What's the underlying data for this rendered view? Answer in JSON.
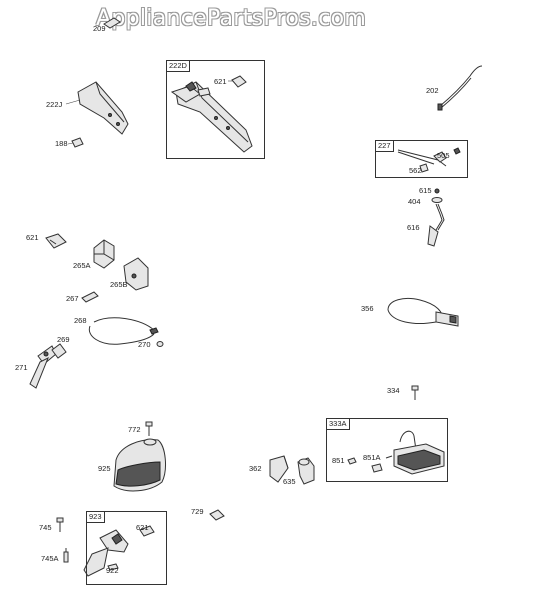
{
  "watermark": "AppliancePartsPros.com",
  "group_labels": {
    "g222D": "222D",
    "g227": "227",
    "g333A": "333A",
    "g923": "923"
  },
  "labels": {
    "p209": "209",
    "p222J": "222J",
    "p188": "188",
    "p621a": "621",
    "p202": "202",
    "p505": "505",
    "p562": "562",
    "p615": "615",
    "p404": "404",
    "p616": "616",
    "p621b": "621",
    "p265A": "265A",
    "p265B": "265B",
    "p267": "267",
    "p268": "268",
    "p269": "269",
    "p270": "270",
    "p271": "271",
    "p356": "356",
    "p334": "334",
    "p772": "772",
    "p925": "925",
    "p362": "362",
    "p635": "635",
    "p851": "851",
    "p851A": "851A",
    "p729": "729",
    "p745": "745",
    "p745A": "745A",
    "p621c": "621",
    "p922": "922"
  },
  "icons": [
    "engine-part-drawing"
  ]
}
